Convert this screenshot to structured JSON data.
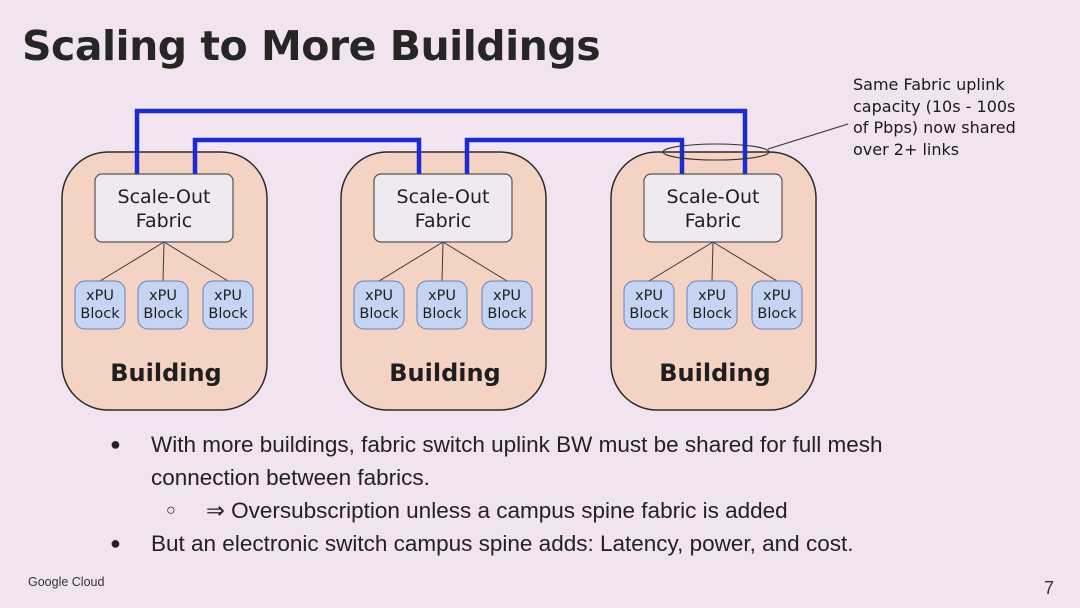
{
  "slide": {
    "title": "Scaling to More Buildings",
    "page_number": "7",
    "brand": "Google Cloud"
  },
  "diagram": {
    "buildings": [
      {
        "label": "Building",
        "fabric": [
          "Scale-Out",
          "Fabric"
        ],
        "blocks": [
          [
            "xPU",
            "Block"
          ],
          [
            "xPU",
            "Block"
          ],
          [
            "xPU",
            "Block"
          ]
        ]
      },
      {
        "label": "Building",
        "fabric": [
          "Scale-Out",
          "Fabric"
        ],
        "blocks": [
          [
            "xPU",
            "Block"
          ],
          [
            "xPU",
            "Block"
          ],
          [
            "xPU",
            "Block"
          ]
        ]
      },
      {
        "label": "Building",
        "fabric": [
          "Scale-Out",
          "Fabric"
        ],
        "blocks": [
          [
            "xPU",
            "Block"
          ],
          [
            "xPU",
            "Block"
          ],
          [
            "xPU",
            "Block"
          ]
        ]
      }
    ],
    "links": [
      {
        "from": 0,
        "to": 2
      },
      {
        "from": 0,
        "to": 1
      },
      {
        "from": 1,
        "to": 2
      }
    ],
    "annotation": "Same Fabric uplink\ncapacity (10s - 100s\nof Pbps) now shared\nover 2+ links"
  },
  "colors": {
    "background": "#f1e4f0",
    "building_fill": "#f5d3c4",
    "fabric_fill": "#eeeaef",
    "block_fill": "#c6d4f4",
    "link": "#1a2ccc"
  },
  "bullets": [
    {
      "text": "With more buildings, fabric switch uplink BW must be shared for full mesh connection between fabrics."
    },
    {
      "sub": "⇒ Oversubscription unless a campus spine fabric is added"
    },
    {
      "text": "But an electronic switch campus spine adds: Latency, power, and cost."
    }
  ]
}
